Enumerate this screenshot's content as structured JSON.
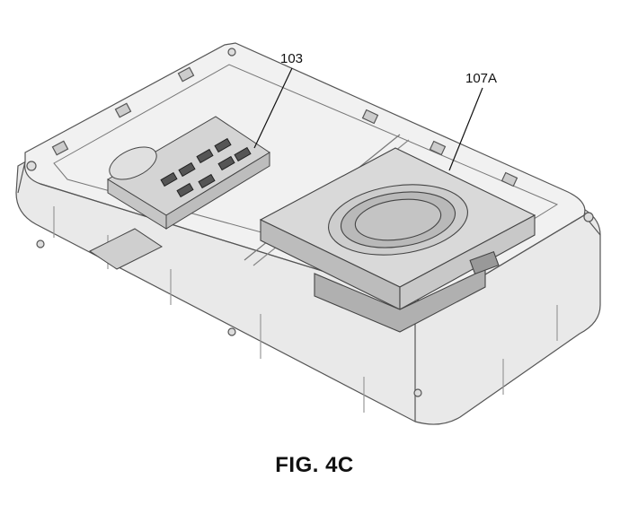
{
  "figure": {
    "caption": "FIG. 4C",
    "reference_numerals": [
      {
        "id": "label-103",
        "text": "103",
        "points_to": "circuit-board"
      },
      {
        "id": "label-107a",
        "text": "107A",
        "points_to": "speaker-module"
      }
    ]
  }
}
